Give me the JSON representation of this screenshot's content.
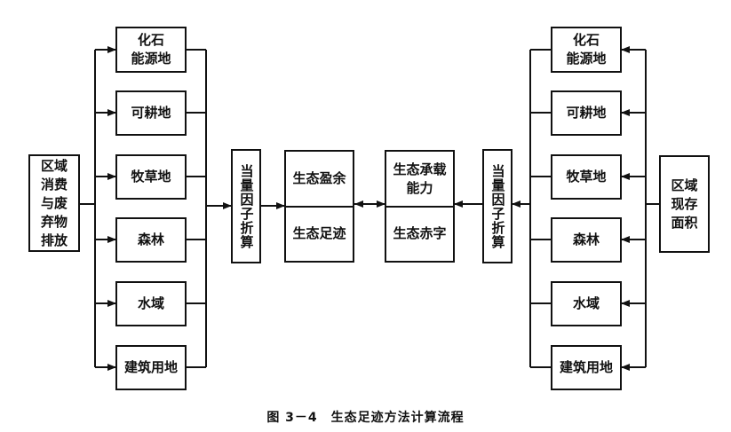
{
  "left": {
    "source": "区域\n消费\n与废\n弃物\n排放",
    "categories": [
      "化石\n能源地",
      "可耕地",
      "牧草地",
      "森林",
      "水域",
      "建筑用地"
    ],
    "factor": "当量因子折算",
    "result_top": "生态盈余",
    "result_bottom": "生态足迹"
  },
  "right": {
    "source": "区域\n现存\n面积",
    "categories": [
      "化石\n能源地",
      "可耕地",
      "牧草地",
      "森林",
      "水域",
      "建筑用地"
    ],
    "factor": "当量因子折算",
    "result_top": "生态承载\n能力",
    "result_bottom": "生态赤字"
  },
  "caption": "图 3－4　生态足迹方法计算流程"
}
